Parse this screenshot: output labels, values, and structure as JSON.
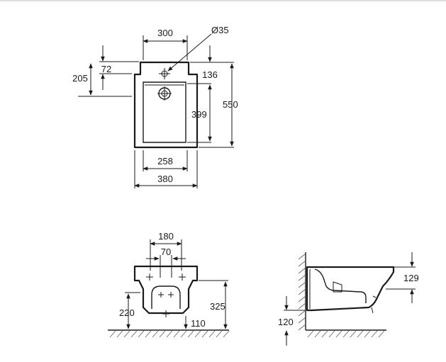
{
  "top_view": {
    "hole_diameter": "Ø35",
    "width_top": "300",
    "dim_72": "72",
    "dim_205": "205",
    "dim_136": "136",
    "dim_399": "399",
    "dim_550": "550",
    "dim_258": "258",
    "dim_380": "380"
  },
  "front_view": {
    "dim_180": "180",
    "dim_70": "70",
    "dim_220": "220",
    "dim_325": "325",
    "dim_110": "110"
  },
  "side_view": {
    "dim_129": "129",
    "dim_120": "120"
  },
  "colors": {
    "line": "#1a1a1a",
    "hatch": "#666666"
  }
}
